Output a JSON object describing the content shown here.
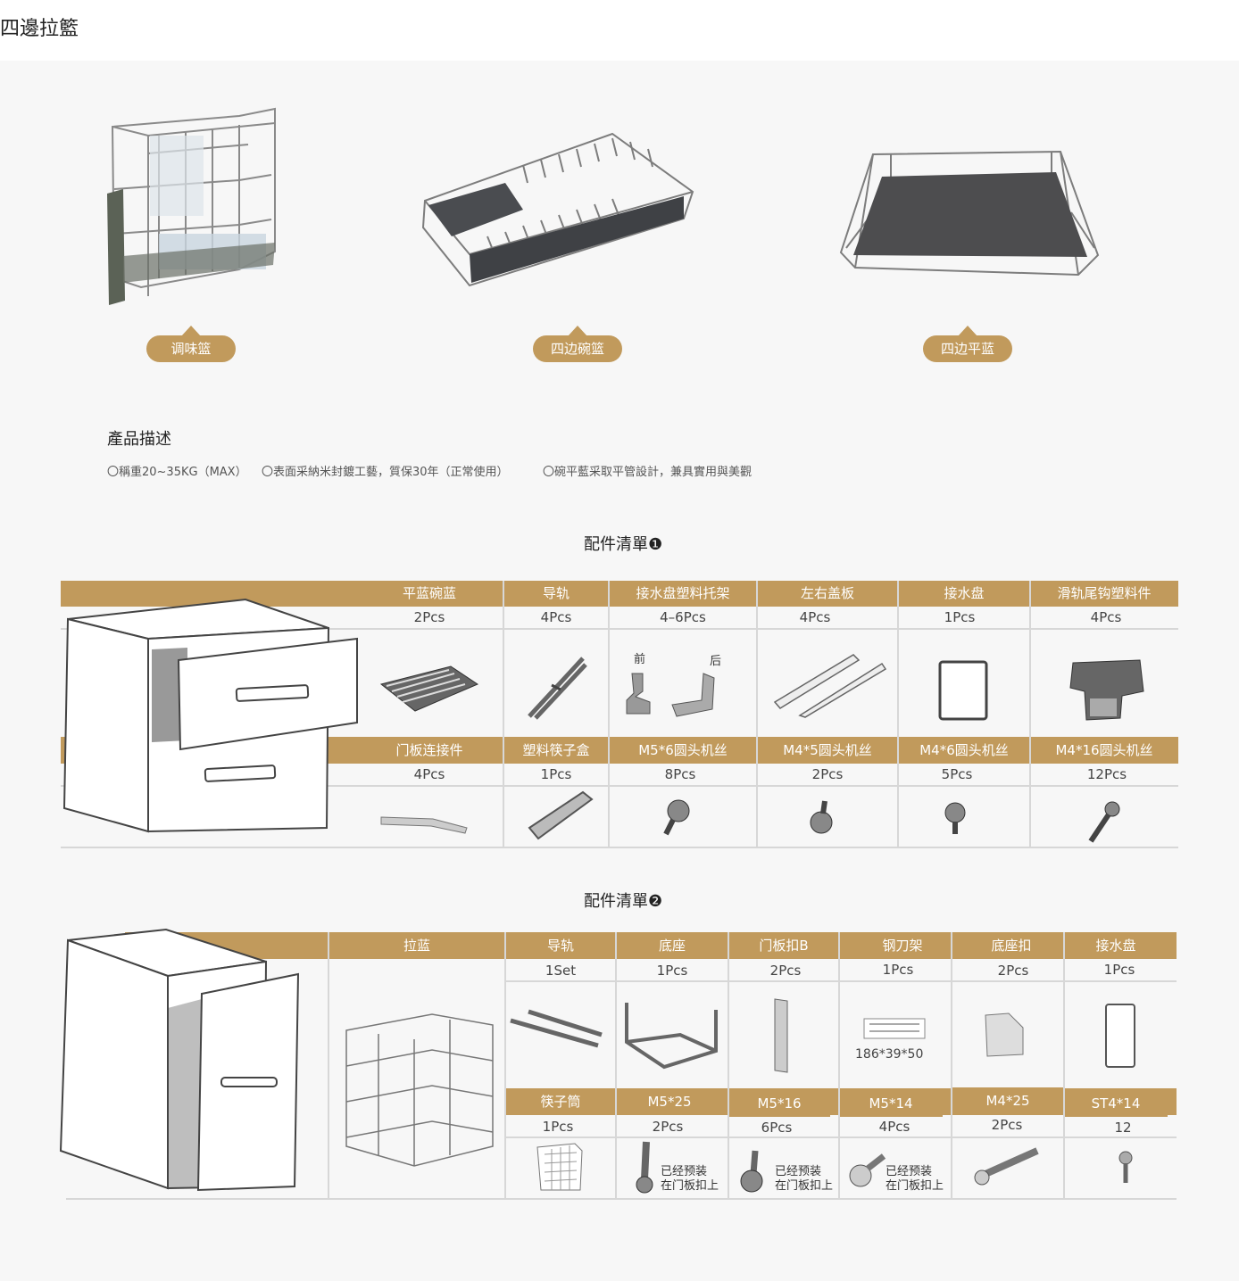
{
  "page_title": "四邊拉籃",
  "products": [
    {
      "label": "调味篮"
    },
    {
      "label": "四边碗篮"
    },
    {
      "label": "四边平蓝"
    }
  ],
  "description": {
    "heading": "產品描述",
    "items": [
      "〇稱重20~35KG（MAX）",
      "〇表面采納米封鍍工藝，質保30年（正常使用）",
      "〇碗平藍采取平管設計，兼具實用與美觀"
    ]
  },
  "list1": {
    "title": "配件清單❶",
    "row1": [
      {
        "name": "平蓝碗蓝",
        "qty": "2Pcs"
      },
      {
        "name": "导轨",
        "qty": "4Pcs"
      },
      {
        "name": "接水盘塑料托架",
        "qty": "4–6Pcs"
      },
      {
        "name": "左右盖板",
        "qty": "4Pcs"
      },
      {
        "name": "接水盘",
        "qty": "1Pcs"
      },
      {
        "name": "滑轨尾钩塑料件",
        "qty": "4Pcs"
      }
    ],
    "row2": [
      {
        "name": "门板连接件",
        "qty": "4Pcs"
      },
      {
        "name": "塑料筷子盒",
        "qty": "1Pcs"
      },
      {
        "name": "M5*6圆头机丝",
        "qty": "8Pcs"
      },
      {
        "name": "M4*5圆头机丝",
        "qty": "2Pcs"
      },
      {
        "name": "M4*6圆头机丝",
        "qty": "5Pcs"
      },
      {
        "name": "M4*16圆头机丝",
        "qty": "12Pcs"
      }
    ],
    "front_label": "前",
    "back_label": "后"
  },
  "list2": {
    "title": "配件清單❷",
    "main_item": "拉蓝",
    "row1": [
      {
        "name": "导轨",
        "qty": "1Set"
      },
      {
        "name": "底座",
        "qty": "1Pcs"
      },
      {
        "name": "门板扣B",
        "qty": "2Pcs"
      },
      {
        "name": "钢刀架",
        "qty": "1Pcs"
      },
      {
        "name": "底座扣",
        "qty": "2Pcs"
      },
      {
        "name": "接水盘",
        "qty": "1Pcs"
      }
    ],
    "row2": [
      {
        "name": "筷子筒",
        "qty": "1Pcs"
      },
      {
        "name": "M5*25",
        "qty": "2Pcs"
      },
      {
        "name": "M5*16",
        "qty": "6Pcs"
      },
      {
        "name": "M5*14",
        "qty": "4Pcs"
      },
      {
        "name": "M4*25",
        "qty": "2Pcs"
      },
      {
        "name": "ST4*14",
        "qty": "12"
      }
    ],
    "dim_label": "186*39*50",
    "preinstalled_line1": "已经预装",
    "preinstalled_line2": "在门板扣上"
  },
  "colors": {
    "accent": "#c19a5c",
    "panel": "#f7f7f7",
    "line": "#d7d7d7"
  }
}
